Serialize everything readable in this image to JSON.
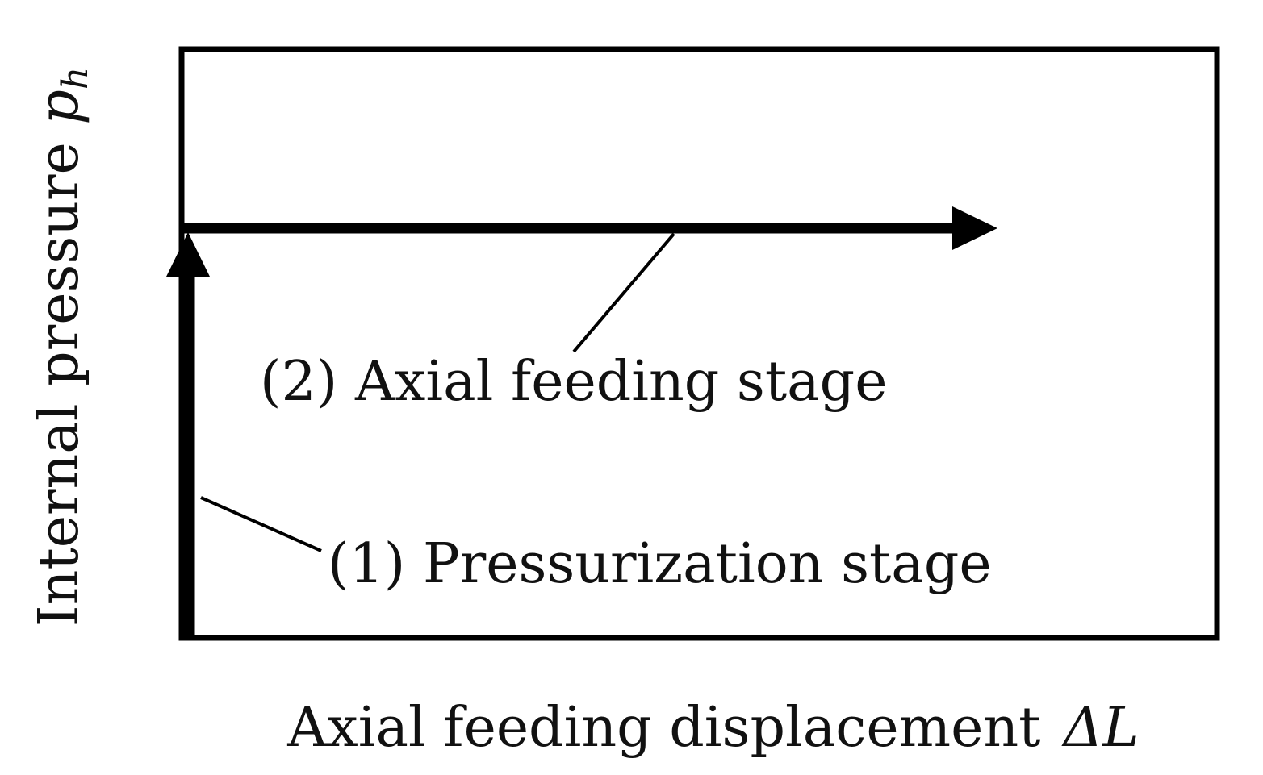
{
  "axes": {
    "x_label": "Axial feeding displacement",
    "x_symbol": "ΔL",
    "y_label": "Internal pressure ",
    "y_symbol": "p",
    "y_subscript": "h"
  },
  "stages": [
    {
      "label": "(1) Pressurization stage"
    },
    {
      "label": "(2) Axial feeding stage"
    }
  ],
  "colors": {
    "line": "#000000",
    "text": "#111111",
    "background": "#ffffff"
  }
}
